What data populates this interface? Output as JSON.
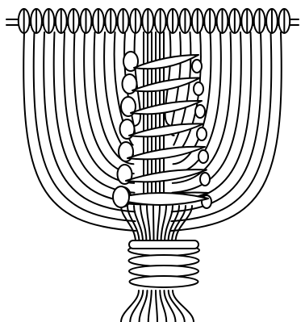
{
  "figure": {
    "subject": "macrame-knot-illustration",
    "colors": {
      "ink": "#000000",
      "paper": "#ffffff"
    },
    "mounting_loops": 22,
    "hanging_cords_per_side": 12,
    "diagonal_knot_rows": 7,
    "wrap_coils": 4,
    "tail_strands": 9
  }
}
